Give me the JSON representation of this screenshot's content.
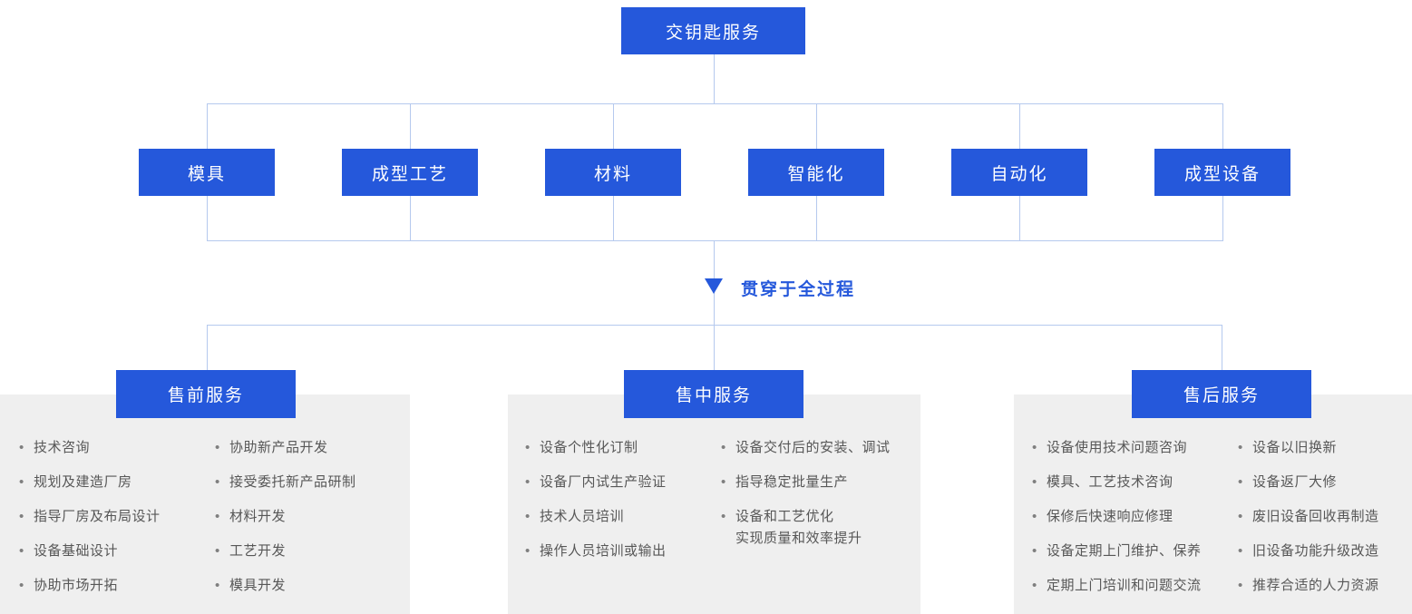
{
  "colors": {
    "primary": "#2558db",
    "connector": "#b5c9ee",
    "panel": "#efefef",
    "text": "#575757",
    "bullet": "#7f7f7f"
  },
  "tree": {
    "root": "交钥匙服务",
    "level2": [
      "模具",
      "成型工艺",
      "材料",
      "智能化",
      "自动化",
      "成型设备"
    ],
    "note": {
      "icon": "▼",
      "label": "贯穿于全过程"
    }
  },
  "sections": [
    {
      "title": "售前服务",
      "col1": [
        "技术咨询",
        "规划及建造厂房",
        "指导厂房及布局设计",
        "设备基础设计",
        "协助市场开拓"
      ],
      "col2": [
        "协助新产品开发",
        "接受委托新产品研制",
        "材料开发",
        "工艺开发",
        "模具开发"
      ]
    },
    {
      "title": "售中服务",
      "col1": [
        "设备个性化订制",
        "设备厂内试生产验证",
        "技术人员培训",
        "操作人员培训或输出"
      ],
      "col2": [
        "设备交付后的安装、调试",
        "指导稳定批量生产",
        "设备和工艺优化\n实现质量和效率提升"
      ]
    },
    {
      "title": "售后服务",
      "col1": [
        "设备使用技术问题咨询",
        "模具、工艺技术咨询",
        "保修后快速响应修理",
        "设备定期上门维护、保养",
        "定期上门培训和问题交流"
      ],
      "col2": [
        "设备以旧换新",
        "设备返厂大修",
        "废旧设备回收再制造",
        "旧设备功能升级改造",
        "推荐合适的人力资源"
      ]
    }
  ]
}
